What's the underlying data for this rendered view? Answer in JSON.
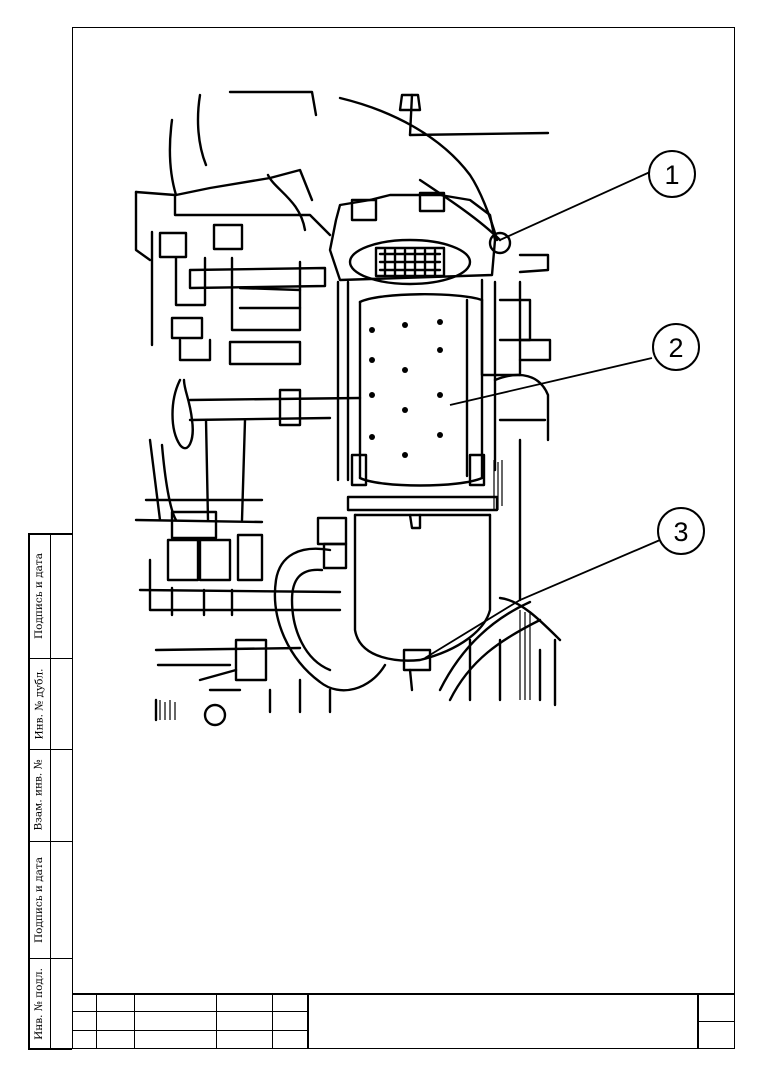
{
  "side_stamps": [
    {
      "label": "Подпись и дата"
    },
    {
      "label": "Инв. № дубл."
    },
    {
      "label": "Взам. инв. №"
    },
    {
      "label": "Подпись и дата"
    },
    {
      "label": "Инв. № подл."
    }
  ],
  "figure": {
    "callouts": [
      {
        "number": "1"
      },
      {
        "number": "2"
      },
      {
        "number": "3"
      }
    ]
  }
}
